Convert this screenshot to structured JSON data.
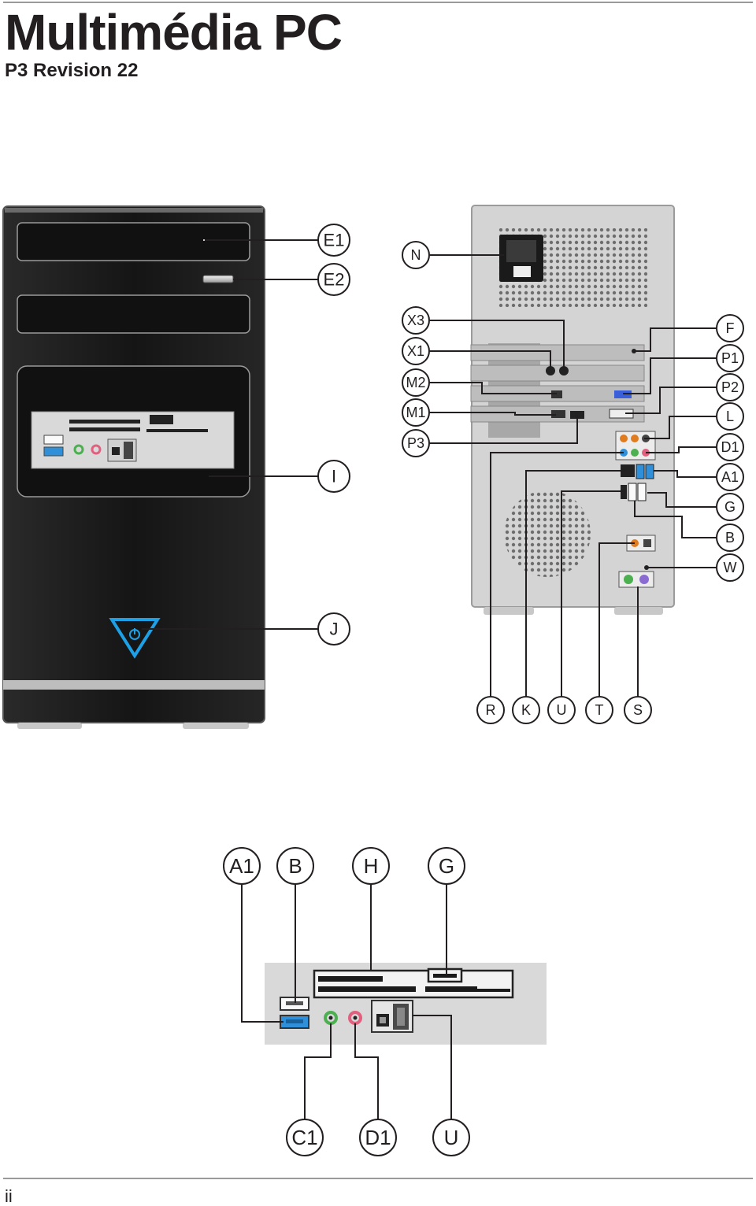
{
  "header": {
    "title": "Multimédia PC",
    "subtitle": "P3 Revision 22"
  },
  "footer": {
    "page_number": "ii"
  },
  "front_view": {
    "callouts": [
      "E1",
      "E2",
      "I",
      "J"
    ]
  },
  "rear_view": {
    "left_callouts": [
      "N",
      "X3",
      "X1",
      "M2",
      "M1",
      "P3"
    ],
    "right_callouts": [
      "F",
      "P1",
      "P2",
      "L",
      "D1",
      "A1",
      "G",
      "B",
      "W"
    ],
    "bottom_callouts": [
      "R",
      "K",
      "U",
      "T",
      "S"
    ]
  },
  "detail_view": {
    "top_callouts": [
      "A1",
      "B",
      "H",
      "G"
    ],
    "bottom_callouts": [
      "C1",
      "D1",
      "U"
    ]
  },
  "colors": {
    "case_black": "#1a1a1a",
    "panel_gray": "#d9d9d9",
    "usb3_blue": "#2f8fd8",
    "power_ring_blue": "#1ea0e6",
    "audio_green": "#4caf50",
    "audio_pink": "#e0607e",
    "audio_orange": "#e07b1f",
    "leader_line": "#231f20"
  }
}
